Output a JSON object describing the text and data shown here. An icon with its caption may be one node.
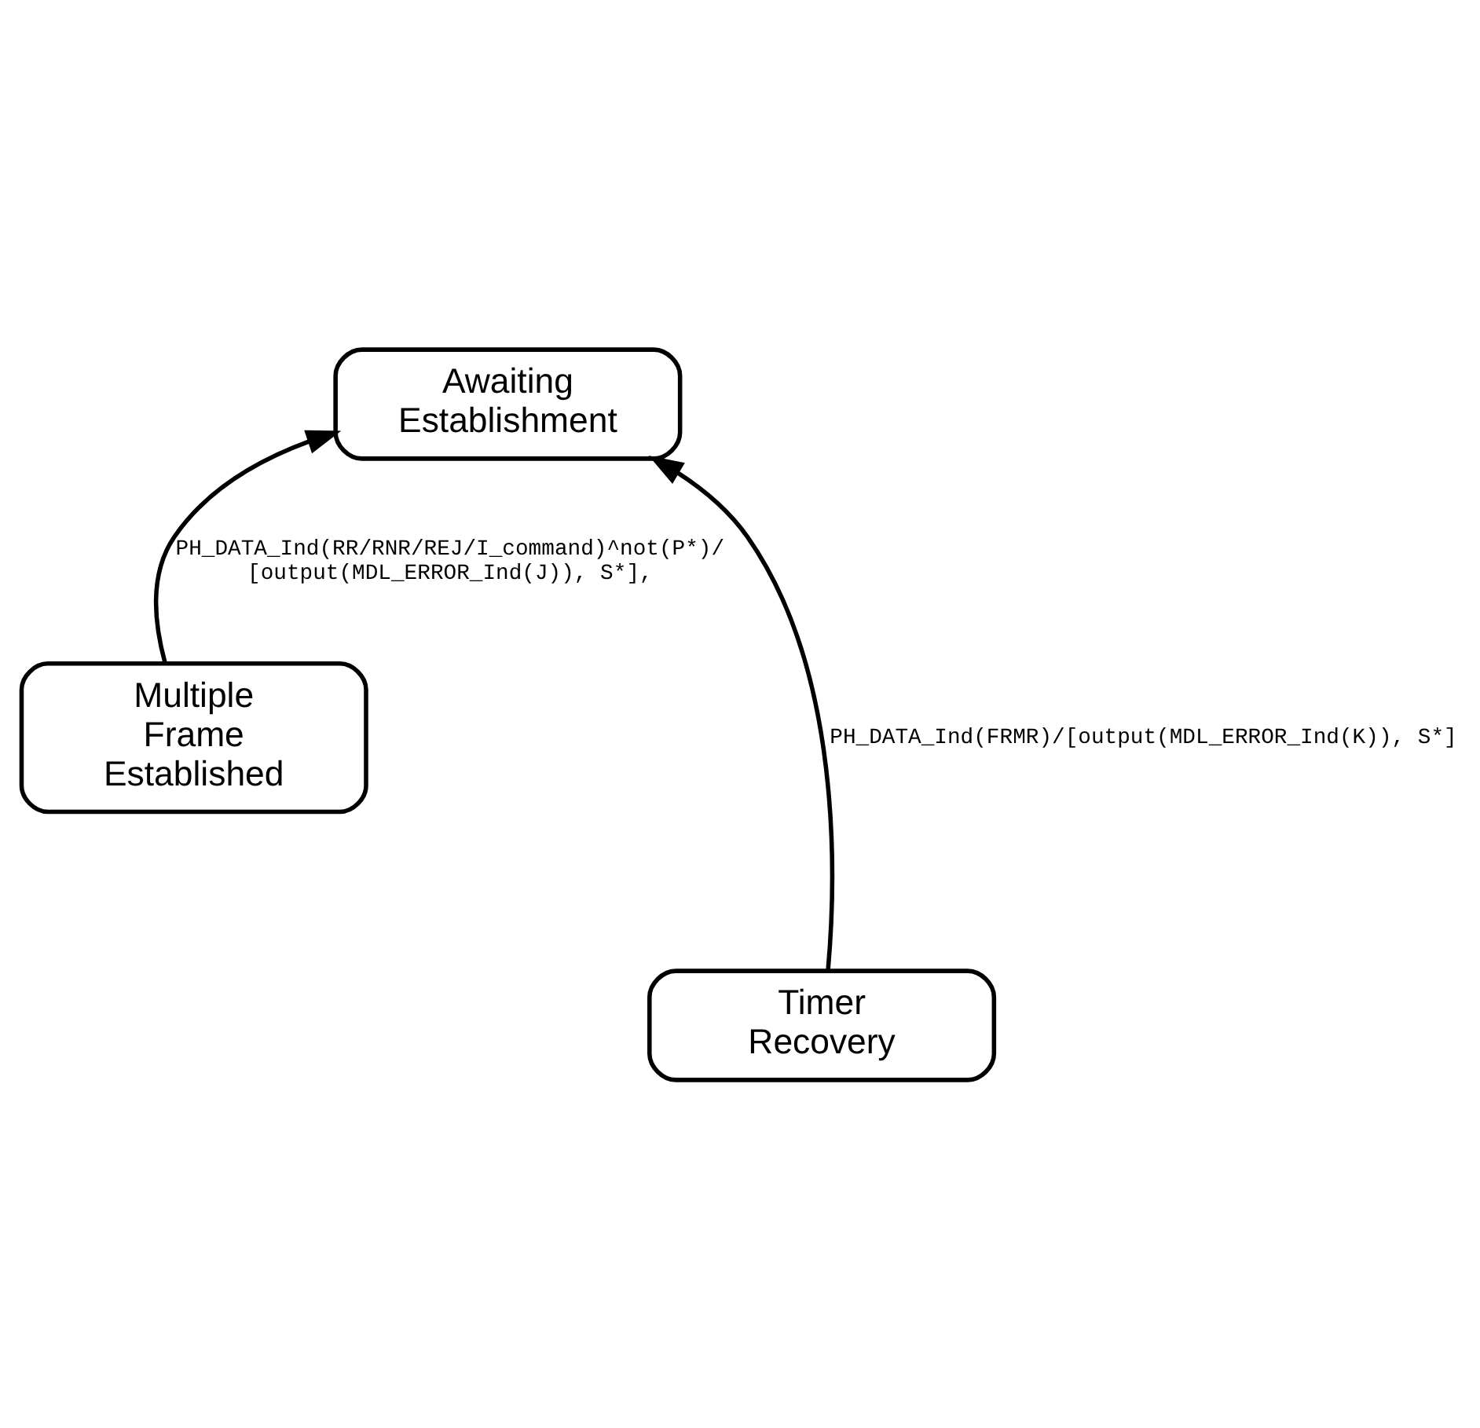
{
  "diagram": {
    "nodes": [
      {
        "text": [
          "Awaiting Establishment"
        ]
      },
      {
        "text": [
          "Multiple Frame Established"
        ]
      },
      {
        "text": [
          "Timer Recovery"
        ]
      }
    ],
    "edges": [
      {
        "from": 1,
        "to": 0,
        "arrow": "to",
        "label": "PH_DATA_Ind(RR/RNR/REJ/I_command)^not(P*)/ [output(MDL_ERROR_Ind(J)), S*],"
      },
      {
        "from": 2,
        "to": 0,
        "arrow": "to",
        "label": "PH_DATA_Ind(FRMR)/[output(MDL_ERROR_Ind(K)), S*]"
      }
    ]
  }
}
